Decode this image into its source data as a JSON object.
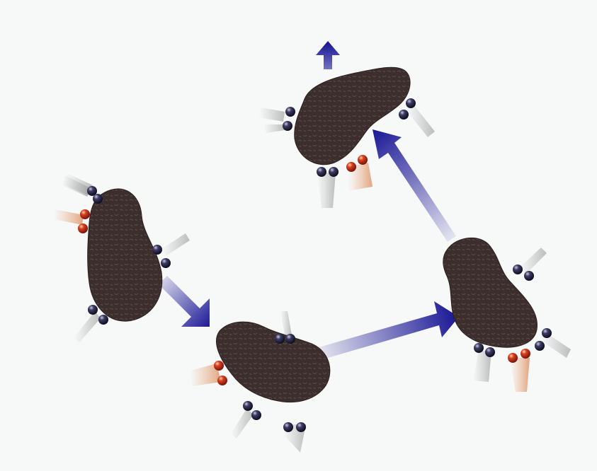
{
  "colors": {
    "background": "#f7f8f8",
    "particle": "#3b2e2c",
    "particle_texture": "#4f4340",
    "arrow": "#1d1a97",
    "molecule_dark": "#1c1c34",
    "molecule_red": "#c8301c"
  },
  "diagram": {
    "particle_count": 4,
    "arrow_count": 4,
    "molecule_types": [
      "dark-pair",
      "red-pair"
    ]
  }
}
